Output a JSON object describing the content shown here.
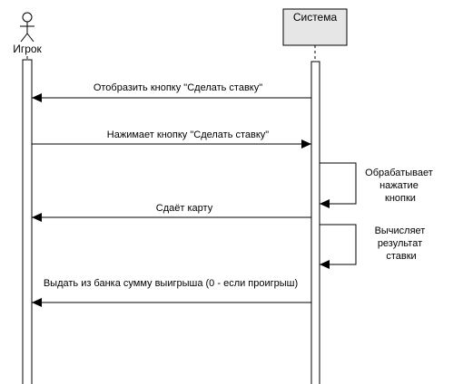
{
  "participants": {
    "actor": {
      "label": "Игрок",
      "icon": "stick-figure-icon"
    },
    "system": {
      "label": "Система",
      "fill": "#e6e6e6"
    }
  },
  "messages": [
    {
      "text": "Отобразить кнопку \"Сделать ставку\"",
      "from": "system",
      "to": "actor"
    },
    {
      "text": "Нажимает кнопку \"Сделать ставку\"",
      "from": "actor",
      "to": "system"
    },
    {
      "text": "Сдаёт карту",
      "from": "system",
      "to": "actor"
    },
    {
      "text": "Выдать из банка сумму выигрыша (0 - если проигрыш)",
      "from": "system",
      "to": "actor"
    }
  ],
  "self_messages": [
    {
      "lines": [
        "Обрабатывает",
        "нажатие",
        "кнопки"
      ]
    },
    {
      "lines": [
        "Вычисляет",
        "результат",
        "ставки"
      ]
    }
  ],
  "colors": {
    "line": "#000000",
    "activation_fill": "#ffffff",
    "background": "#ffffff"
  }
}
